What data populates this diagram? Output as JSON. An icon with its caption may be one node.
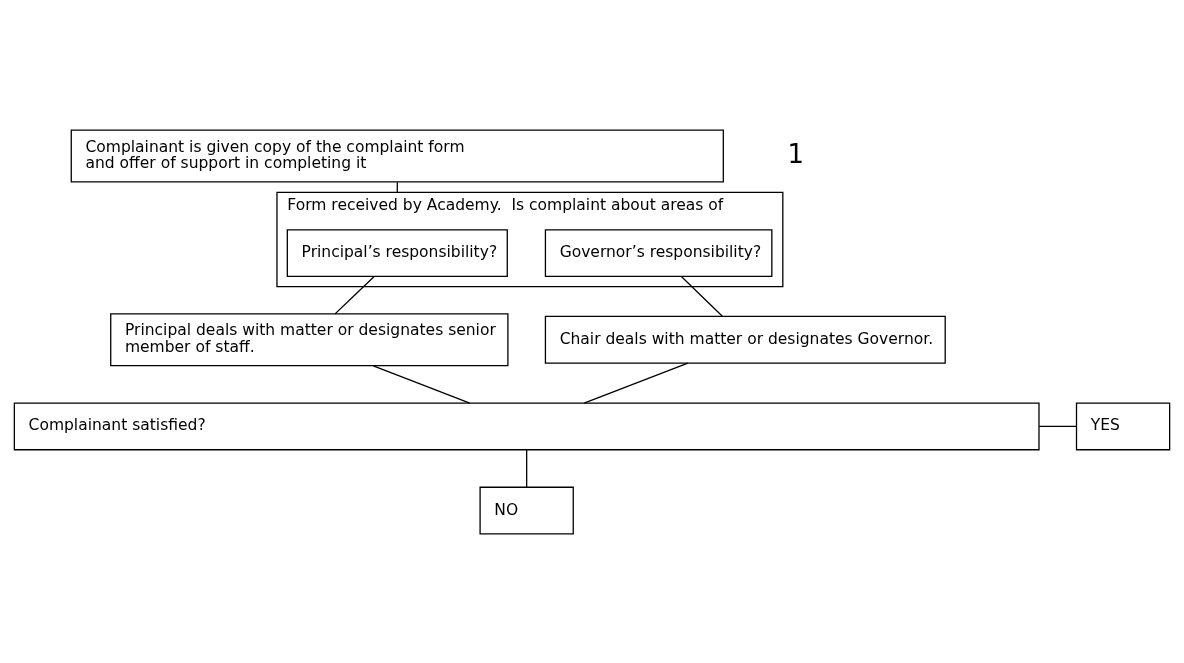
{
  "diagram": {
    "nodes": [
      {
        "text": [
          "Complainant is given copy of the complaint form and offer of support in completing it"
        ]
      },
      {
        "text": [
          "Form received by Academy.  Is complaint about areas of"
        ]
      },
      {
        "text": [
          "Principal’s responsibility?"
        ],
        "in": 1
      },
      {
        "text": [
          "Governor’s responsibility?"
        ],
        "in": 1
      },
      {
        "text": [
          "Principal deals with matter or designates senior member of staff."
        ]
      },
      {
        "text": [
          "Chair deals with matter or designates Governor."
        ]
      },
      {
        "text": [
          "Complainant satisfied?"
        ]
      },
      {
        "text": [
          "YES"
        ]
      },
      {
        "text": [
          "NO"
        ]
      }
    ],
    "edges": [
      {
        "from": 0,
        "to": 1,
        "arrow": "none"
      },
      {
        "from": 2,
        "to": 4,
        "arrow": "none"
      },
      {
        "from": 3,
        "to": 5,
        "arrow": "none"
      },
      {
        "from": 4,
        "to": 6,
        "arrow": "none"
      },
      {
        "from": 5,
        "to": 6,
        "arrow": "none"
      },
      {
        "from": 6,
        "to": 7,
        "arrow": "none"
      },
      {
        "from": 6,
        "to": 8,
        "arrow": "none"
      }
    ],
    "labels": [
      "1"
    ]
  }
}
